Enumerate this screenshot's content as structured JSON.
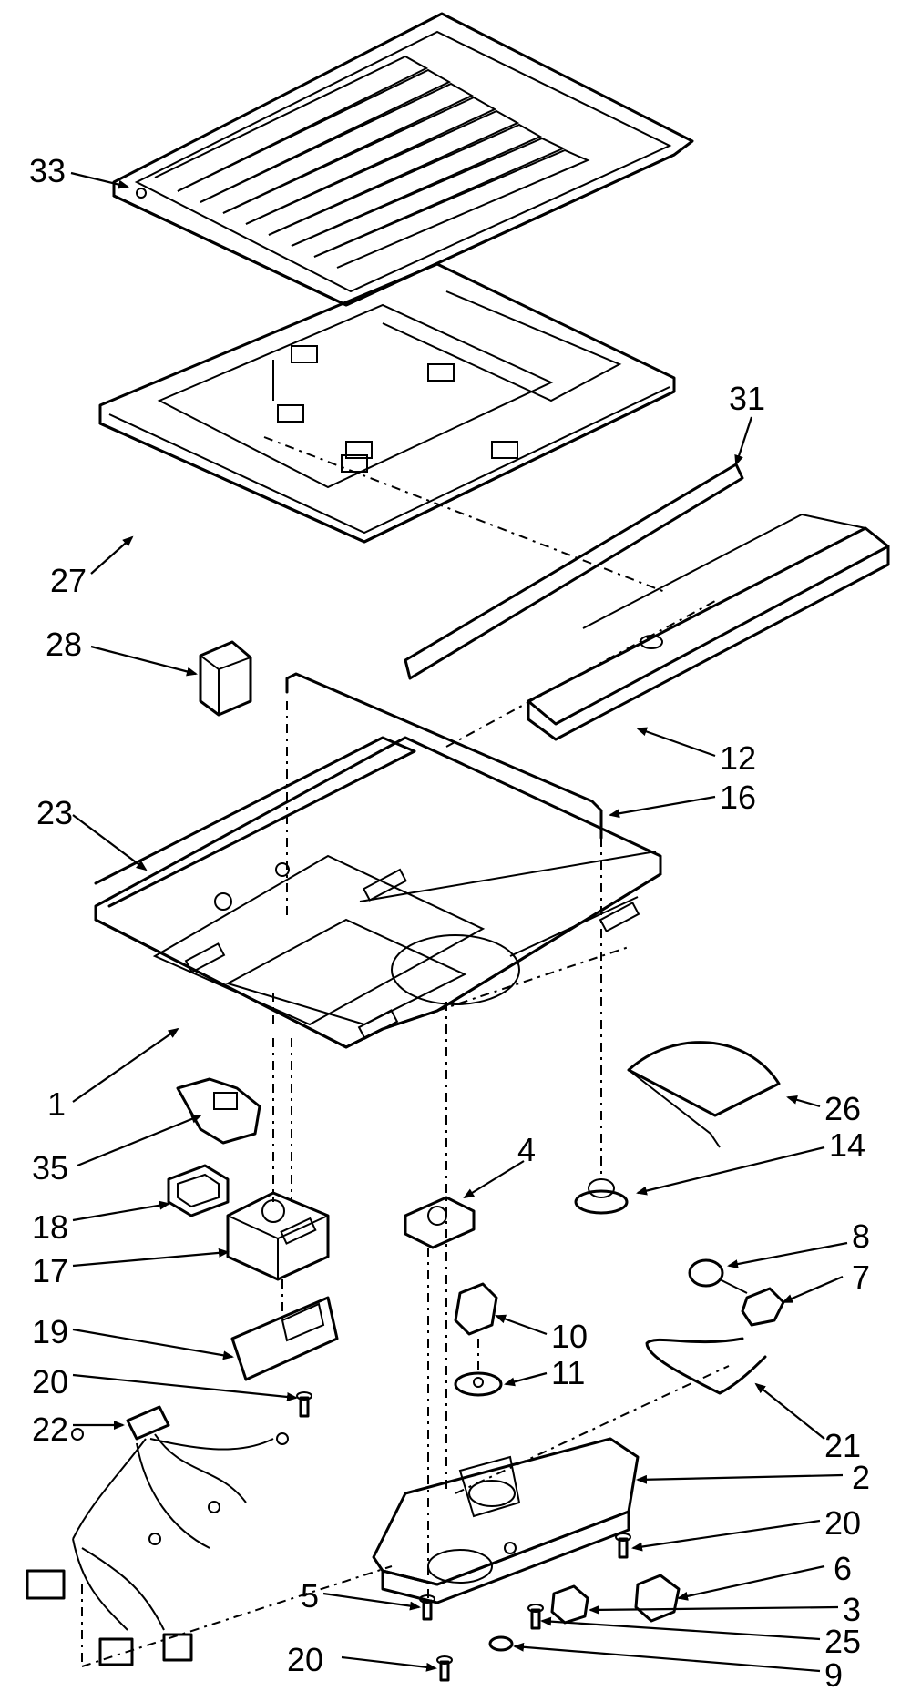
{
  "callouts": [
    {
      "id": "33",
      "label": "33"
    },
    {
      "id": "31",
      "label": "31"
    },
    {
      "id": "27",
      "label": "27"
    },
    {
      "id": "28",
      "label": "28"
    },
    {
      "id": "12",
      "label": "12"
    },
    {
      "id": "16",
      "label": "16"
    },
    {
      "id": "23",
      "label": "23"
    },
    {
      "id": "1",
      "label": "1"
    },
    {
      "id": "26",
      "label": "26"
    },
    {
      "id": "35",
      "label": "35"
    },
    {
      "id": "4",
      "label": "4"
    },
    {
      "id": "14",
      "label": "14"
    },
    {
      "id": "18",
      "label": "18"
    },
    {
      "id": "17",
      "label": "17"
    },
    {
      "id": "8",
      "label": "8"
    },
    {
      "id": "7",
      "label": "7"
    },
    {
      "id": "19",
      "label": "19"
    },
    {
      "id": "10",
      "label": "10"
    },
    {
      "id": "11",
      "label": "11"
    },
    {
      "id": "20a",
      "label": "20"
    },
    {
      "id": "21",
      "label": "21"
    },
    {
      "id": "22",
      "label": "22"
    },
    {
      "id": "2",
      "label": "2"
    },
    {
      "id": "20b",
      "label": "20"
    },
    {
      "id": "6",
      "label": "6"
    },
    {
      "id": "3",
      "label": "3"
    },
    {
      "id": "5",
      "label": "5"
    },
    {
      "id": "25",
      "label": "25"
    },
    {
      "id": "20c",
      "label": "20"
    },
    {
      "id": "9",
      "label": "9"
    }
  ]
}
